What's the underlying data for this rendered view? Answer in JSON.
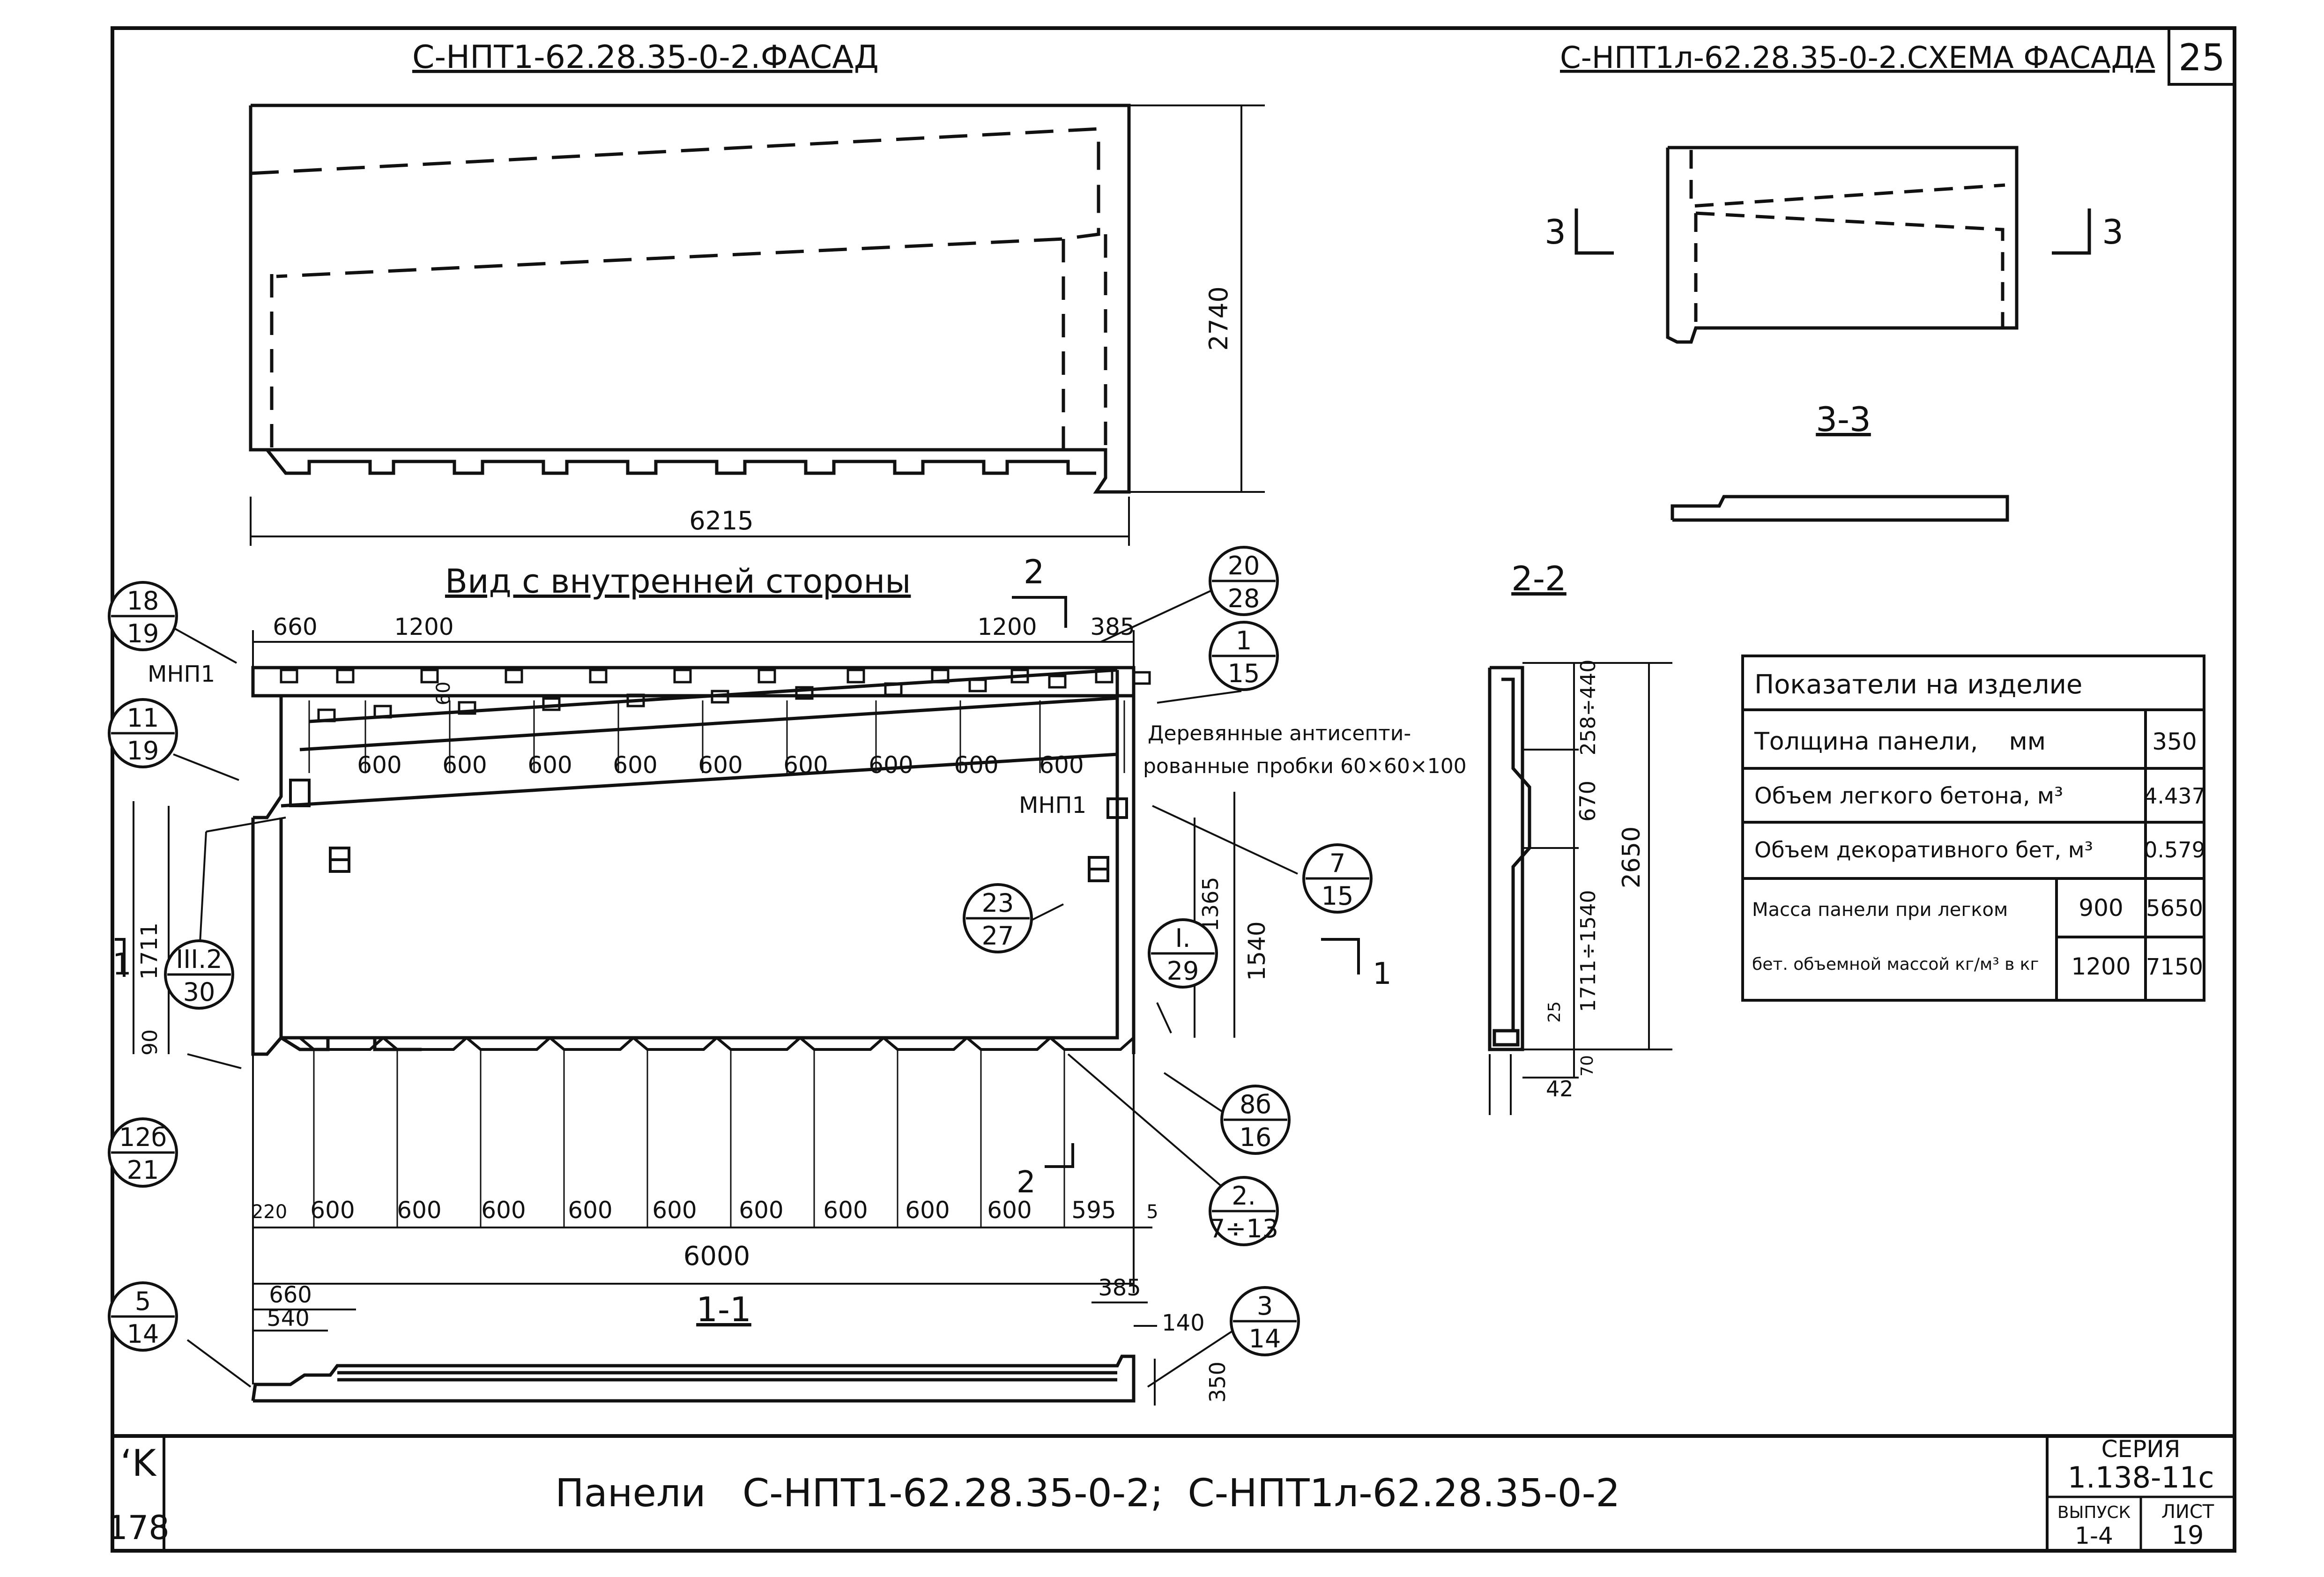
{
  "sheet": {
    "page_number": "25",
    "left_stamp": {
      "top": "ʻK",
      "bottom": "178"
    },
    "footer_title": "Панели   С-НПТ1-62.28.35-0-2;  С-НПТ1л-62.28.35-0-2",
    "series_label": "СЕРИЯ",
    "series_value": "1.138-11с",
    "issue_label": "ВЫПУСК",
    "issue_value": "1-4",
    "page_label": "ЛИСТ",
    "page_value": "19"
  },
  "facade": {
    "title": "С-НПТ1-62.28.35-0-2.ФАСАД",
    "height_dim": "2740",
    "width_dim": "6215"
  },
  "scheme": {
    "title": "С-НПТ1л-62.28.35-0-2.СХЕМА ФАСАДА",
    "cut_left": "3",
    "cut_right": "3",
    "section_title": "3-3"
  },
  "inner_view": {
    "title": "Вид с внутренней стороны",
    "section_mark": "2",
    "top_dims": [
      "660",
      "1200",
      "1200",
      "385"
    ],
    "spacing_60": "60",
    "bolt_dims": [
      "600",
      "600",
      "600",
      "600",
      "600",
      "600",
      "600",
      "600",
      "600"
    ],
    "bottom_dims": [
      "220",
      "600",
      "600",
      "600",
      "600",
      "600",
      "600",
      "600",
      "600",
      "600",
      "595",
      "5"
    ],
    "total_width": "6000",
    "left_dims": [
      "1711",
      "90"
    ],
    "right_dims": [
      "1365",
      "1540"
    ],
    "label_mnp_1": "МНП1",
    "label_mnp_2": "МНП1",
    "note": [
      "Деревянные антисепти-",
      "рованные пробки 60×60×100"
    ],
    "cut_1_left": "1",
    "cut_1_right": "1",
    "cut_2_bottom": "2"
  },
  "callouts": [
    {
      "top": "18",
      "bottom": "19"
    },
    {
      "top": "11",
      "bottom": "19"
    },
    {
      "top": "III.2",
      "bottom": "30"
    },
    {
      "top": "12б",
      "bottom": "21"
    },
    {
      "top": "20",
      "bottom": "28"
    },
    {
      "top": "1",
      "bottom": "15"
    },
    {
      "top": "7",
      "bottom": "15"
    },
    {
      "top": "23",
      "bottom": "27"
    },
    {
      "top": "I.",
      "bottom": "29"
    },
    {
      "top": "8б",
      "bottom": "16"
    },
    {
      "top": "2.",
      "bottom": "7÷13"
    },
    {
      "top": "5",
      "bottom": "14"
    },
    {
      "top": "3",
      "bottom": "14"
    }
  ],
  "section_1_1": {
    "title": "1-1",
    "dims_left": [
      "660",
      "540"
    ],
    "dims_right": [
      "385",
      "140"
    ],
    "thickness": "350"
  },
  "section_2_2": {
    "title": "2-2",
    "dims": [
      "258÷440",
      "670",
      "1711÷1540",
      "25",
      "70"
    ],
    "height": "2650",
    "width_dim": "42"
  },
  "indicators": {
    "title": "Показатели на изделие",
    "rows": [
      {
        "label": "Толщина панели,    мм",
        "sub": "",
        "value": "350"
      },
      {
        "label": "Объем легкого бетона, м³",
        "sub": "",
        "value": "4.437"
      },
      {
        "label": "Объем декоративного бет, м³",
        "sub": "",
        "value": "0.579"
      },
      {
        "label": "Масса панели при легком",
        "sub": "900",
        "value": "5650"
      },
      {
        "label": "бет. объемной массой кг/м³ в кг",
        "sub": "1200",
        "value": "7150"
      }
    ]
  }
}
